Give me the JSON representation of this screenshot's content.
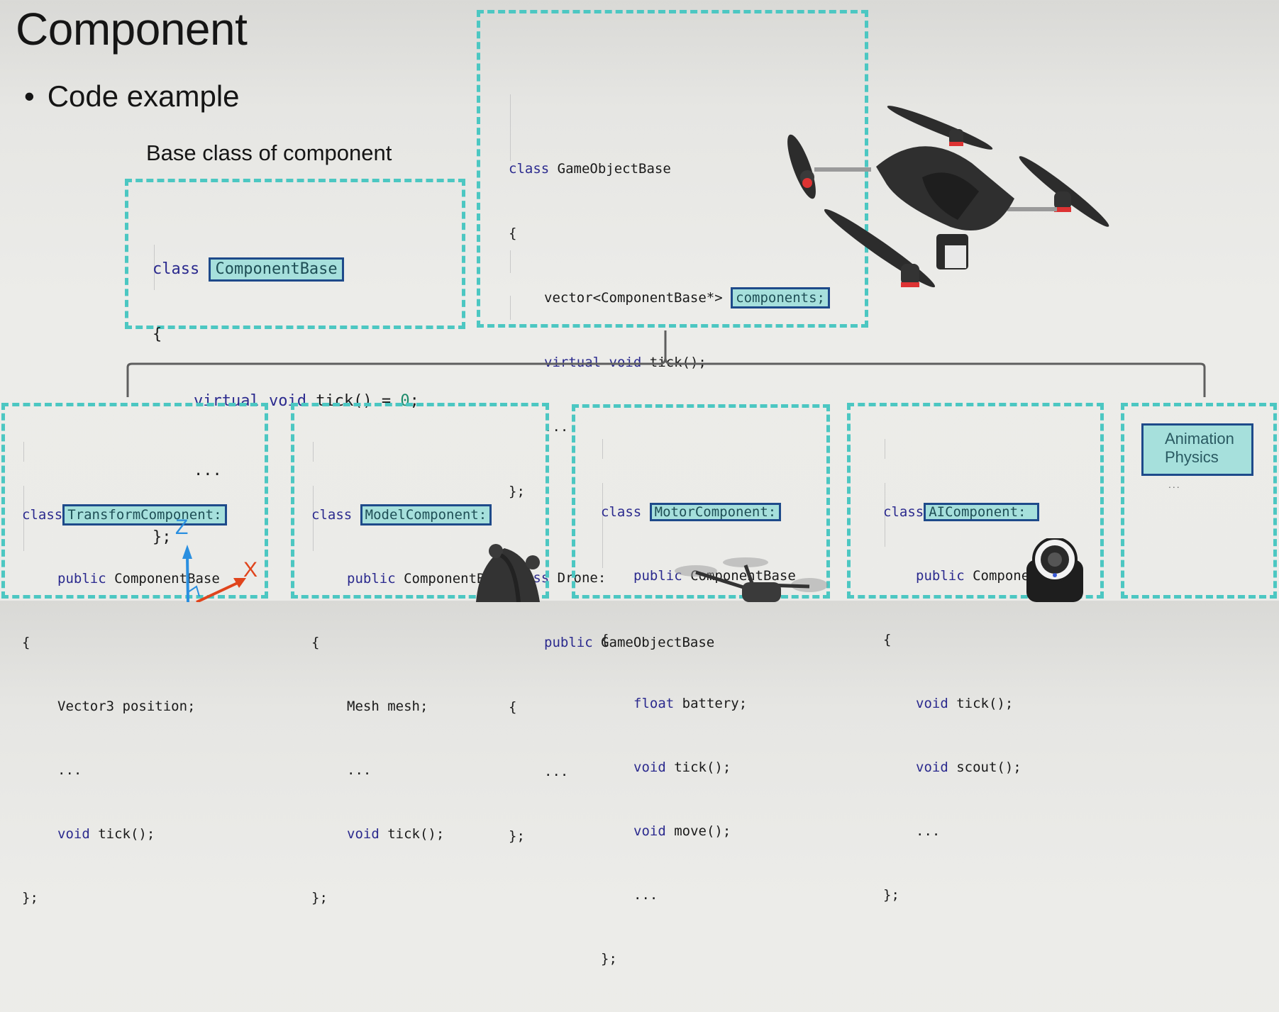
{
  "slide": {
    "title": "Component",
    "bullet": "Code example",
    "caption": "Base class of component"
  },
  "colors": {
    "dashed_border": "#4cc7c2",
    "highlight_fill": "#a6e0dc",
    "highlight_border": "#1e4a8a",
    "keyword": "#2b2a8e",
    "number": "#1d8a6a"
  },
  "base_class": {
    "kw_class": "class",
    "name": "ComponentBase",
    "open": "{",
    "kw_virtual": "virtual",
    "kw_void": "void",
    "method": "tick() = ",
    "zero": "0",
    "semi": ";",
    "ellipsis": "...",
    "close": "};"
  },
  "gameobject": {
    "kw_class": "class",
    "name": "GameObjectBase",
    "open": "{",
    "vector_decl": "vector<ComponentBase*>",
    "components": "components;",
    "kw_virtual": "virtual",
    "kw_void": "void",
    "tick": "tick();",
    "ellipsis": "...",
    "close": "};",
    "drone_name": "Drone:",
    "kw_public": "public",
    "drone_base": "GameObjectBase",
    "drone_open": "{",
    "drone_ellipsis": "...",
    "drone_close": "};"
  },
  "components": [
    {
      "kw_class": "class",
      "name": "TransformComponent:",
      "kw_public": "public",
      "base": "ComponentBase",
      "open": "{",
      "body": [
        {
          "kw": "",
          "text": "Vector3 position;"
        },
        {
          "kw": "",
          "text": "..."
        },
        {
          "kw": "void",
          "text": " tick();"
        }
      ],
      "close": "};",
      "axis_z": "Z",
      "axis_x": "X"
    },
    {
      "kw_class": "class",
      "name": "ModelComponent:",
      "kw_public": "public",
      "base": "ComponentBase",
      "open": "{",
      "body": [
        {
          "kw": "",
          "text": "Mesh mesh;"
        },
        {
          "kw": "",
          "text": "..."
        },
        {
          "kw": "void",
          "text": " tick();"
        }
      ],
      "close": "};"
    },
    {
      "kw_class": "class",
      "name": "MotorComponent:",
      "kw_public": "public",
      "base": "ComponentBase",
      "open": "{",
      "body": [
        {
          "kw": "float",
          "text": " battery;"
        },
        {
          "kw": "void",
          "text": " tick();"
        },
        {
          "kw": "void",
          "text": " move();"
        },
        {
          "kw": "",
          "text": "..."
        }
      ],
      "close": "};"
    },
    {
      "kw_class": "class",
      "name": "AIComponent:",
      "kw_public": "public",
      "base": "ComponentBase",
      "open": "{",
      "body": [
        {
          "kw": "void",
          "text": " tick();"
        },
        {
          "kw": "void",
          "text": " scout();"
        },
        {
          "kw": "",
          "text": "..."
        }
      ],
      "close": "};"
    }
  ],
  "other_components": {
    "line1": "Animation",
    "line2": "Physics",
    "ellipsis": "..."
  },
  "images": {
    "main": "drone-quadcopter",
    "model": "drone-folded-model",
    "motor": "drone-spinning-props",
    "ai": "security-camera"
  }
}
